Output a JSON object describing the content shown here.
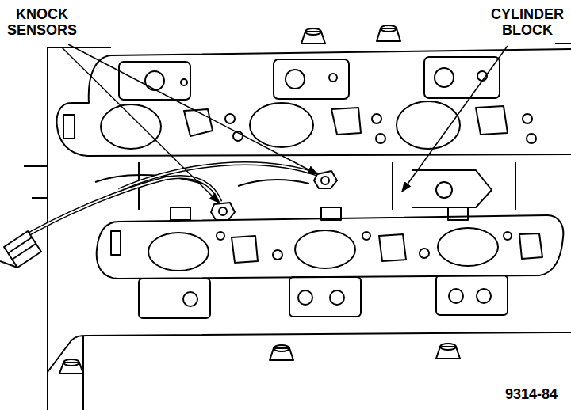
{
  "diagram": {
    "labels": [
      "KNOCK SENSORS",
      "CYLINDER BLOCK",
      "9314-84"
    ]
  }
}
